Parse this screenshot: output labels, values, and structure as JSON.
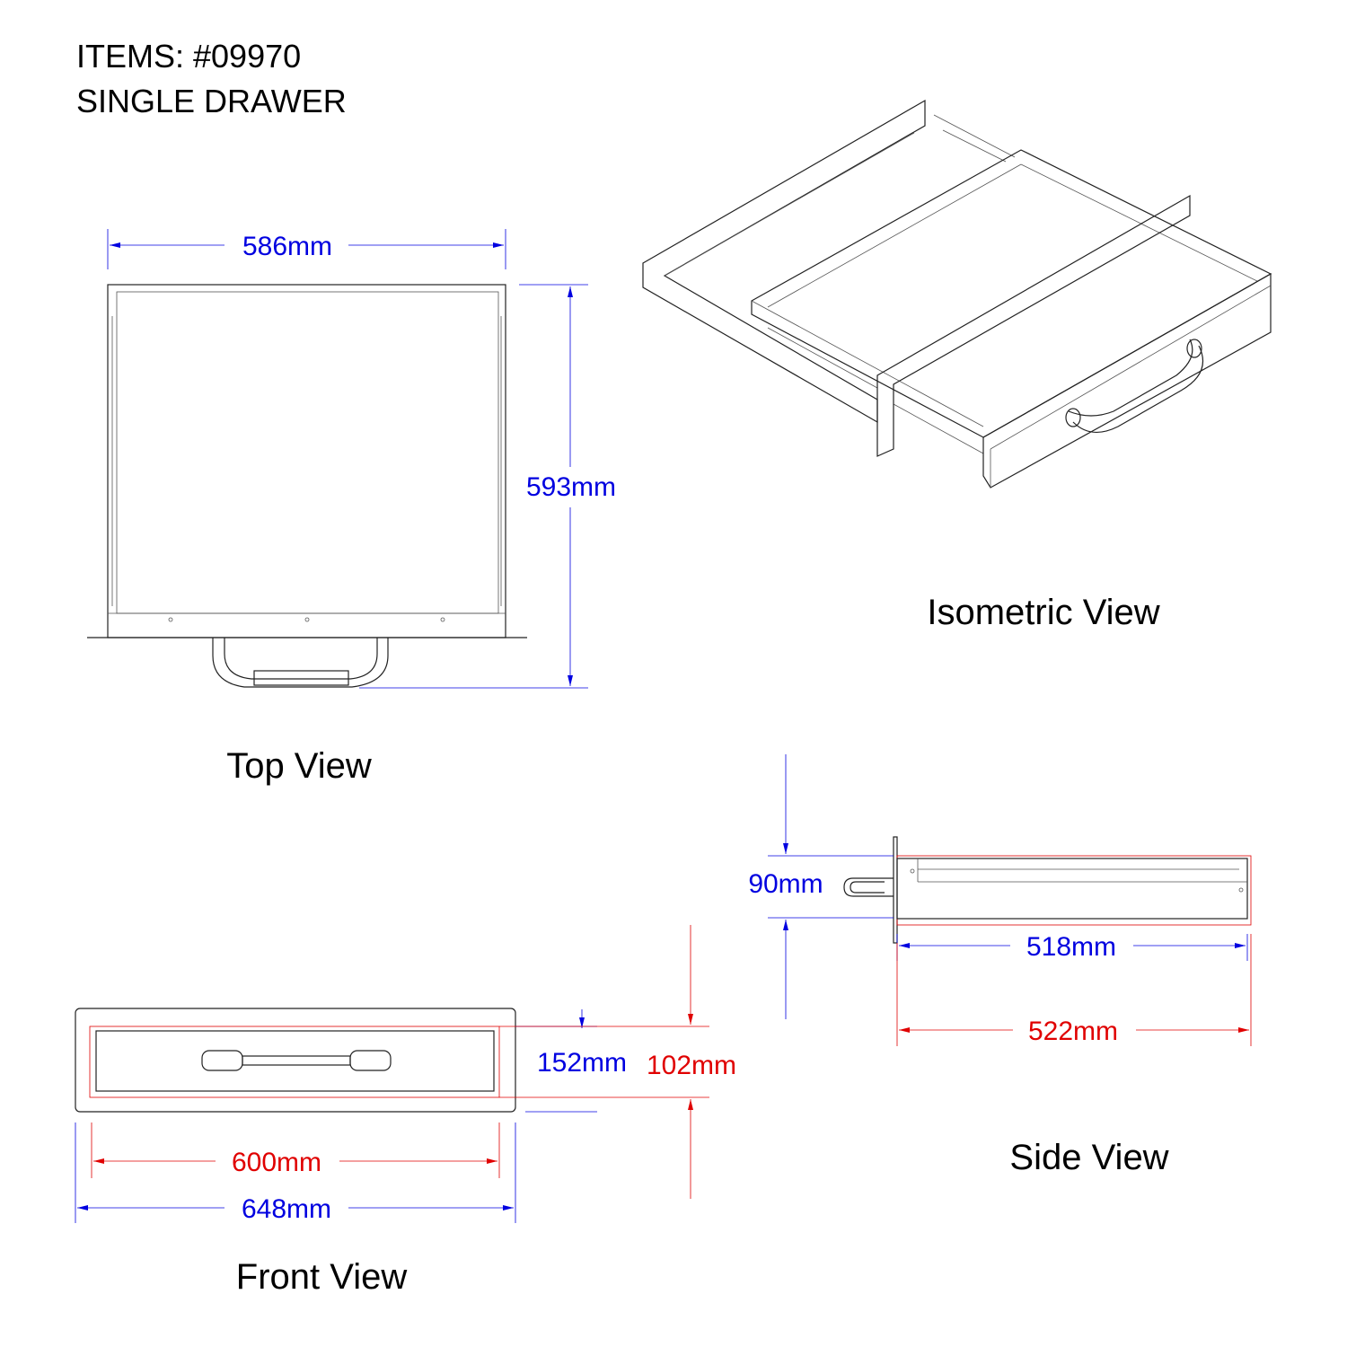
{
  "header": {
    "items": "ITEMS: #09970",
    "product": "SINGLE DRAWER"
  },
  "views": {
    "top": {
      "title": "Top View",
      "width": "586mm",
      "depth": "593mm"
    },
    "isometric": {
      "title": "Isometric View"
    },
    "front": {
      "title": "Front View",
      "outer_height": "152mm",
      "cutout_height": "102mm",
      "cutout_width": "600mm",
      "outer_width": "648mm"
    },
    "side": {
      "title": "Side View",
      "front_height": "90mm",
      "box_depth": "518mm",
      "overall_depth": "522mm"
    }
  },
  "colors": {
    "blue_dimension": "#0000e0",
    "red_dimension": "#e00000",
    "line": "#222222"
  }
}
